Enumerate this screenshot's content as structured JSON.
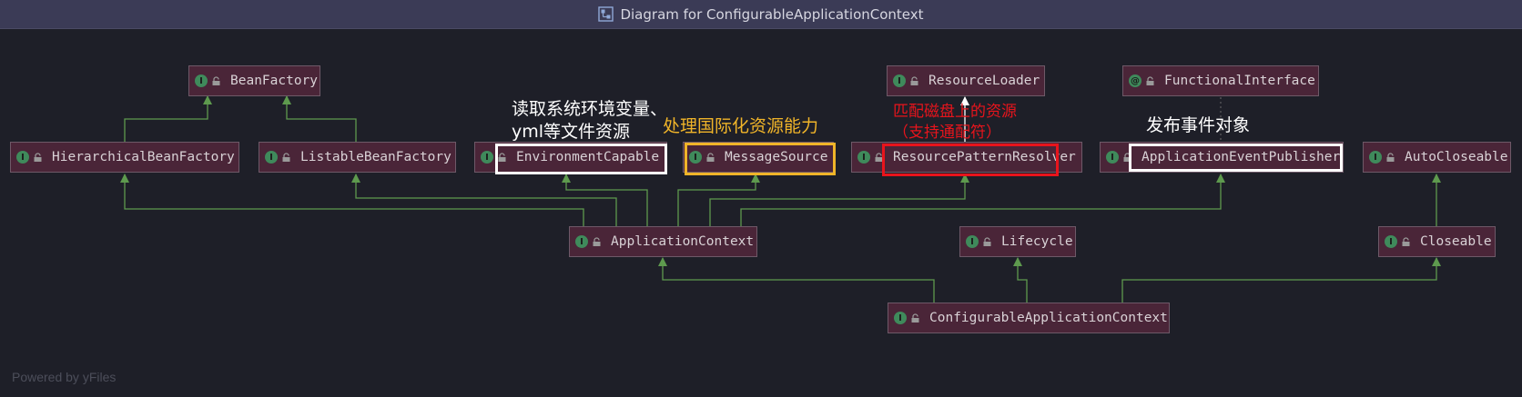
{
  "window": {
    "title": "Diagram for ConfigurableApplicationContext",
    "title_icon": "diagram-icon"
  },
  "nodes": {
    "bean_factory": {
      "label": "BeanFactory",
      "badge": "I"
    },
    "hierarchical_bean_factory": {
      "label": "HierarchicalBeanFactory",
      "badge": "I"
    },
    "listable_bean_factory": {
      "label": "ListableBeanFactory",
      "badge": "I"
    },
    "environment_capable": {
      "label": "EnvironmentCapable",
      "badge": "I"
    },
    "message_source": {
      "label": "MessageSource",
      "badge": "I"
    },
    "resource_loader": {
      "label": "ResourceLoader",
      "badge": "I"
    },
    "resource_pattern_resolver": {
      "label": "ResourcePatternResolver",
      "badge": "I"
    },
    "functional_interface": {
      "label": "FunctionalInterface",
      "badge": "@"
    },
    "application_event_publisher": {
      "label": "ApplicationEventPublisher",
      "badge": "I"
    },
    "auto_closeable": {
      "label": "AutoCloseable",
      "badge": "I"
    },
    "application_context": {
      "label": "ApplicationContext",
      "badge": "I"
    },
    "lifecycle": {
      "label": "Lifecycle",
      "badge": "I"
    },
    "closeable": {
      "label": "Closeable",
      "badge": "I"
    },
    "configurable_application_context": {
      "label": "ConfigurableApplicationContext",
      "badge": "I"
    }
  },
  "annotations": {
    "environment_line1": "读取系统环境变量、",
    "environment_line2": "yml等文件资源",
    "message_source": "处理国际化资源能力",
    "resource_line1": "匹配磁盘上的资源",
    "resource_line2": "（支持通配符）",
    "event_publisher": "发布事件对象"
  },
  "colors": {
    "edge": "#5e9a4e",
    "dotted_edge": "#6a6a6a",
    "highlight_white": "#ffffff",
    "highlight_yellow": "#f0b429",
    "highlight_red": "#e8141c",
    "annotation_white": "#ffffff",
    "annotation_yellow": "#f0b429",
    "annotation_red": "#e8141c"
  },
  "watermark": "Powered by yFiles"
}
